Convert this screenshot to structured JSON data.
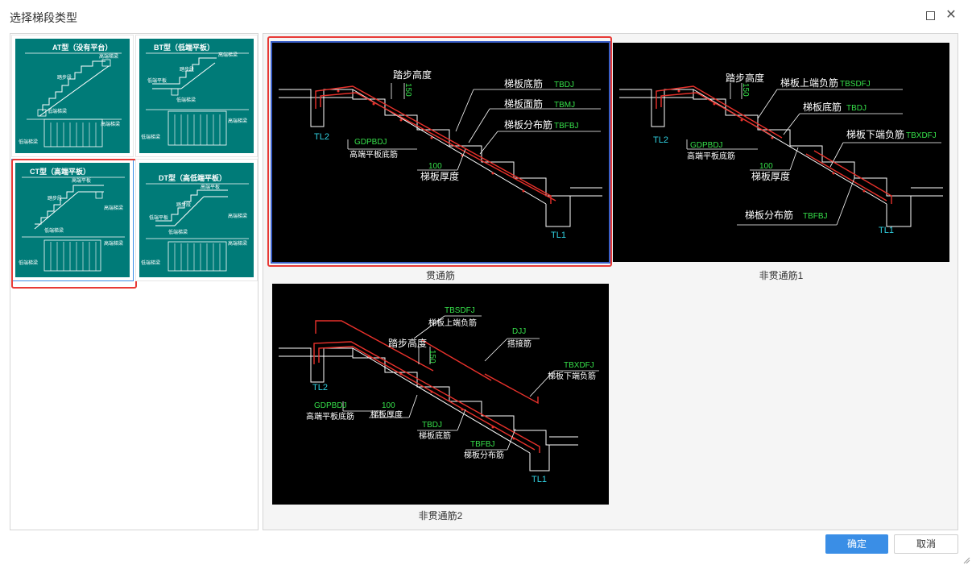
{
  "window": {
    "title": "选择梯段类型",
    "maximize_icon": "maximize-icon",
    "close_icon": "close-icon",
    "close_glyph": "✕"
  },
  "thumbnails": [
    {
      "id": "at",
      "title": "AT型（没有平台）",
      "labels": [
        "高端梯梁",
        "踏步段",
        "低端梯梁",
        "低端梯梁",
        "高端梯梁"
      ]
    },
    {
      "id": "bt",
      "title": "BT型（低端平板）",
      "labels": [
        "高端梯梁",
        "踏步段",
        "低端平板",
        "低端梯梁",
        "高端梯梁",
        "低端梯梁"
      ]
    },
    {
      "id": "ct",
      "title": "CT型（高端平板）",
      "labels": [
        "高端平板",
        "踏步段",
        "高端梯梁",
        "低端梯梁",
        "高端梯梁",
        "低端梯梁"
      ]
    },
    {
      "id": "dt",
      "title": "DT型（高低端平板）",
      "labels": [
        "高端平板",
        "踏步段",
        "低端平板",
        "高端梯梁",
        "低端梯梁",
        "高端梯梁",
        "低端梯梁"
      ]
    }
  ],
  "diagrams": [
    {
      "id": "guantong",
      "caption": "贯通筋",
      "labels": {
        "step_height": "踏步高度",
        "h150": "150",
        "tbdj_cn": "梯板底筋",
        "tbdj": "TBDJ",
        "tbmj_cn": "梯板面筋",
        "tbmj": "TBMJ",
        "tbfbj_cn": "梯板分布筋",
        "tbfbj": "TBFBJ",
        "tl2": "TL2",
        "gdpbdj": "GDPBDJ",
        "gdpbdj_cn": "高端平板底筋",
        "t100": "100",
        "thick": "梯板厚度",
        "tl1": "TL1"
      }
    },
    {
      "id": "feiguan1",
      "caption": "非贯通筋1",
      "labels": {
        "step_height": "踏步高度",
        "h150": "150",
        "tbsdfj_cn": "梯板上端负筋",
        "tbsdfj": "TBSDFJ",
        "tbdj_cn": "梯板底筋",
        "tbdj": "TBDJ",
        "tbxdfj_cn": "梯板下端负筋",
        "tbxdfj": "TBXDFJ",
        "tl2": "TL2",
        "gdpbdj": "GDPBDJ",
        "gdpbdj_cn": "高端平板底筋",
        "t100": "100",
        "thick": "梯板厚度",
        "tbfbj_cn": "梯板分布筋",
        "tbfbj": "TBFBJ",
        "tl1": "TL1"
      }
    },
    {
      "id": "feiguan2",
      "caption": "非贯通筋2",
      "labels": {
        "tbsdfj": "TBSDFJ",
        "tbsdfj_cn": "梯板上端负筋",
        "djj": "DJJ",
        "djj_cn": "搭接筋",
        "step_height": "踏步高度",
        "h150": "150",
        "tbxdfj": "TBXDFJ",
        "tbxdfj_cn": "梯板下端负筋",
        "tl2": "TL2",
        "gdpbdj": "GDPBDJ",
        "gdpbdj_cn": "高端平板底筋",
        "t100": "100",
        "thick": "梯板厚度",
        "tbdj": "TBDJ",
        "tbdj_cn": "梯板底筋",
        "tbfbj": "TBFBJ",
        "tbfbj_cn": "梯板分布筋",
        "tl1": "TL1"
      }
    }
  ],
  "buttons": {
    "ok": "确定",
    "cancel": "取消"
  },
  "colors": {
    "thumb_bg": "#007b78",
    "primary": "#3a8ee6",
    "selection_red": "#e83a36",
    "rebar_red": "#e8312b",
    "label_green": "#36e04a",
    "label_cyan": "#30d0e0"
  }
}
